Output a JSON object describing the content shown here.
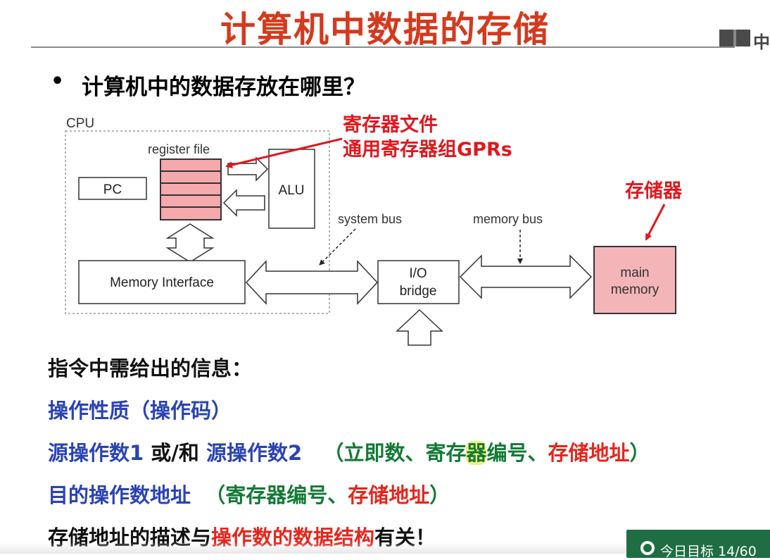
{
  "slide": {
    "title": "计算机中数据的存储",
    "corner_label": "中",
    "bullet": "•",
    "question": "计算机中的数据存放在哪里？"
  },
  "diagram": {
    "cpu_label": "CPU",
    "register_file_label": "register file",
    "pc_label": "PC",
    "alu_label": "ALU",
    "memory_interface_label": "Memory Interface",
    "system_bus_label": "system bus",
    "memory_bus_label": "memory bus",
    "io_bridge_line1": "I/O",
    "io_bridge_line2": "bridge",
    "main_memory_line1": "main",
    "main_memory_line2": "memory",
    "annot_register_line1": "寄存器文件",
    "annot_register_line2": "通用寄存器组GPRs",
    "annot_memory": "存储器"
  },
  "content": {
    "heading": "指令中需给出的信息：",
    "opcode_line": "操作性质（操作码）",
    "src1": "源操作数1",
    "andor": " 或/和 ",
    "src2": "源操作数2",
    "src_paren_open": "   （立即数、寄存",
    "src_hl": "器",
    "src_paren_mid": "编号、",
    "src_addr": "存储地址",
    "src_paren_close": "）",
    "dest": "目的操作数地址",
    "dest_paren_open": "  （寄存器编号、",
    "dest_addr": "存储地址",
    "dest_paren_close": "）",
    "last_a": "存储地址的描述与",
    "last_b": "操作数的数据结构",
    "last_c": "有关！"
  },
  "toast": {
    "text": "今日目标 14/60"
  },
  "colors": {
    "title": "#d43a1e",
    "annotation_red": "#e0181e",
    "blue_text": "#2a43b5",
    "green_text": "#137a36",
    "register_fill": "#f4a9ad",
    "memory_fill": "#f4b5b9",
    "toast_bg": "#1f6e43"
  }
}
